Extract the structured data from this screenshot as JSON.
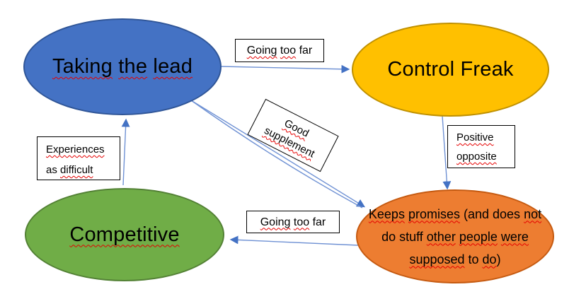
{
  "colors": {
    "background": "#ffffff",
    "text": "#000000",
    "node-blue-fill": "#4472c4",
    "node-blue-border": "#2f5597",
    "node-gold-fill": "#ffc000",
    "node-gold-border": "#bf9000",
    "node-green-fill": "#70ad47",
    "node-green-border": "#538135",
    "node-orange-fill": "#ed7d31",
    "node-orange-border": "#c55a11",
    "arrow-line": "#7092d4",
    "arrow-head": "#4472c4",
    "squiggle": "#e60000",
    "label-bg": "#ffffff",
    "label-border": "#000000"
  },
  "nodes": [
    {
      "id": "taking-the-lead",
      "text": "Taking the lead",
      "segments": [
        {
          "t": "Taking",
          "u": 1
        },
        {
          "t": " ",
          "u": 0
        },
        {
          "t": "the",
          "u": 1
        },
        {
          "t": " ",
          "u": 0
        },
        {
          "t": "lead",
          "u": 1
        }
      ]
    },
    {
      "id": "control-freak",
      "text": "Control Freak",
      "segments": [
        {
          "t": "Control Freak",
          "u": 0
        }
      ]
    },
    {
      "id": "competitive",
      "text": "Competitive",
      "segments": [
        {
          "t": "Competitive",
          "u": 1
        }
      ]
    },
    {
      "id": "keeps-promises",
      "text": "Keeps promises (and does not do stuff other people were supposed to do)",
      "segments": [
        {
          "t": "Keeps",
          "u": 1
        },
        {
          "t": " ",
          "u": 0
        },
        {
          "t": "promises",
          "u": 1
        },
        {
          "t": " (and does ",
          "u": 0
        },
        {
          "t": "not",
          "u": 1
        },
        {
          "br": 1
        },
        {
          "t": "do stuff ",
          "u": 0
        },
        {
          "t": "other",
          "u": 1
        },
        {
          "t": " ",
          "u": 0
        },
        {
          "t": "people",
          "u": 1
        },
        {
          "t": " ",
          "u": 0
        },
        {
          "t": "were",
          "u": 1
        },
        {
          "br": 1
        },
        {
          "t": "supposed",
          "u": 1
        },
        {
          "t": " to ",
          "u": 0
        },
        {
          "t": "do",
          "u": 1
        },
        {
          "t": ")",
          "u": 0
        }
      ]
    }
  ],
  "edges": [
    {
      "from": "taking-the-lead",
      "to": "control-freak",
      "label": "Going too far",
      "segments": [
        {
          "t": "Going",
          "u": 1
        },
        {
          "t": " ",
          "u": 0
        },
        {
          "t": "too",
          "u": 1
        },
        {
          "t": " far",
          "u": 0
        }
      ]
    },
    {
      "from": "control-freak",
      "to": "keeps-promises",
      "label": "Positive opposite",
      "segments": [
        {
          "t": "Positive",
          "u": 1
        },
        {
          "br": 1
        },
        {
          "t": "opposite",
          "u": 1
        }
      ]
    },
    {
      "from": "keeps-promises",
      "to": "competitive",
      "label": "Going too far",
      "segments": [
        {
          "t": "Going",
          "u": 1
        },
        {
          "t": " ",
          "u": 0
        },
        {
          "t": "too",
          "u": 1
        },
        {
          "t": " far",
          "u": 0
        }
      ]
    },
    {
      "from": "competitive",
      "to": "taking-the-lead",
      "label": "Experiences as difficult",
      "segments": [
        {
          "t": "Experiences",
          "u": 1
        },
        {
          "br": 1
        },
        {
          "t": "as ",
          "u": 0
        },
        {
          "t": "difficult",
          "u": 1
        }
      ]
    },
    {
      "from": "taking-the-lead",
      "to": "keeps-promises",
      "label": "Good supplement",
      "segments": [
        {
          "t": "Good",
          "u": 1
        },
        {
          "br": 1
        },
        {
          "t": "supplement",
          "u": 1
        }
      ]
    }
  ]
}
